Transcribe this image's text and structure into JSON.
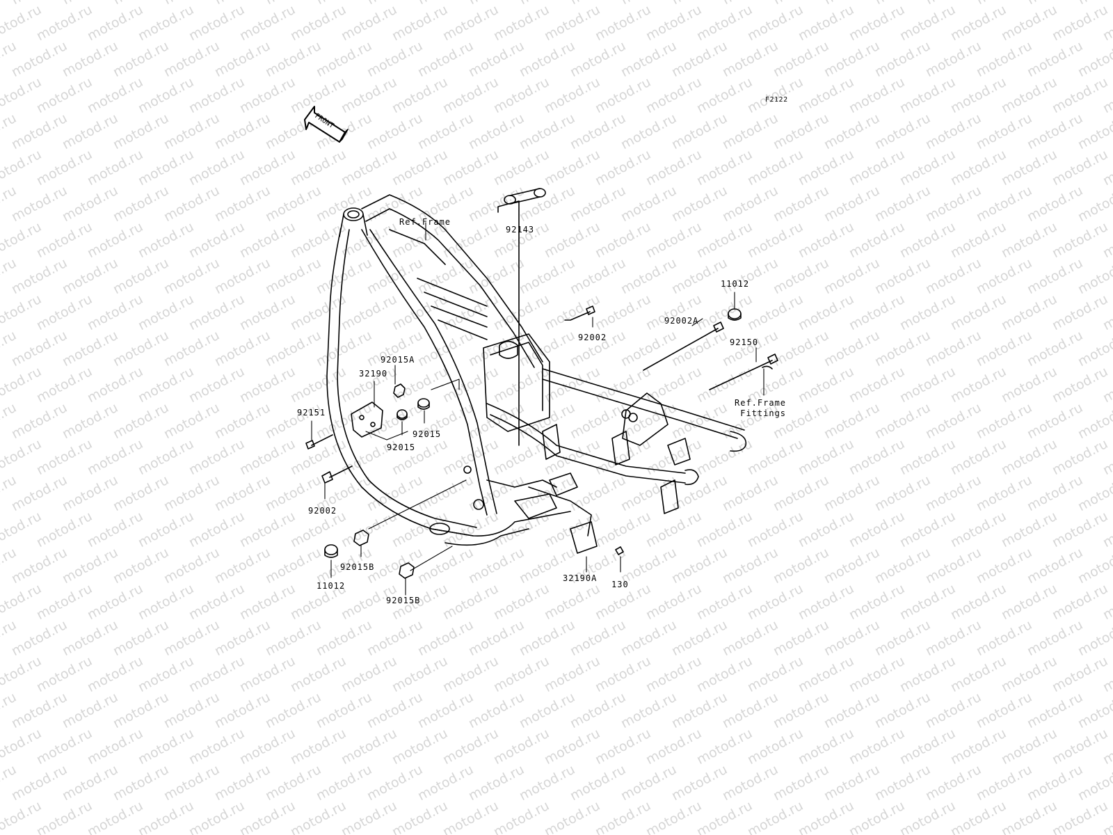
{
  "watermark": "motod.ru",
  "figure_code": "F2122",
  "front_badge": "FRONT",
  "labels": {
    "ref_frame": "Ref.Frame",
    "ref_frame_fittings": "Ref.Frame\nFittings",
    "p92143": "92143",
    "p11012_top": "11012",
    "p92002_top": "92002",
    "p92002A": "92002A",
    "p92150": "92150",
    "p92015A": "92015A",
    "p32190": "32190",
    "p92151": "92151",
    "p92015_mid": "92015",
    "p92015_low": "92015",
    "p92002_left": "92002",
    "p92015B_left": "92015B",
    "p11012_bottom": "11012",
    "p92015B_bottom": "92015B",
    "p32190A": "32190A",
    "p130": "130"
  }
}
